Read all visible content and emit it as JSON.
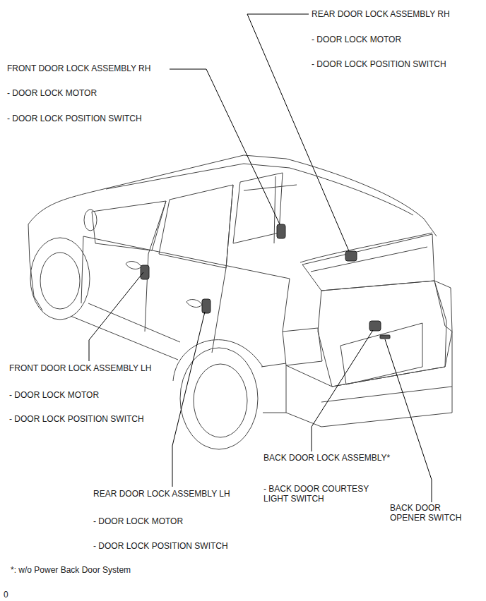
{
  "diagram": {
    "labels": [
      "REAR DOOR LOCK ASSEMBLY RH",
      "- DOOR LOCK MOTOR",
      "- DOOR LOCK POSITION SWITCH",
      "FRONT DOOR LOCK ASSEMBLY RH",
      "- DOOR LOCK MOTOR",
      "- DOOR LOCK POSITION SWITCH",
      "FRONT DOOR LOCK ASSEMBLY LH",
      "- DOOR LOCK MOTOR",
      "- DOOR LOCK POSITION SWITCH",
      "BACK DOOR LOCK ASSEMBLY*",
      "- BACK DOOR COURTESY LIGHT SWITCH",
      "BACK DOOR OPENER SWITCH",
      "REAR DOOR LOCK ASSEMBLY LH",
      "- DOOR LOCK MOTOR",
      "- DOOR LOCK POSITION SWITCH",
      "*: w/o Power Back Door System",
      "0"
    ]
  }
}
